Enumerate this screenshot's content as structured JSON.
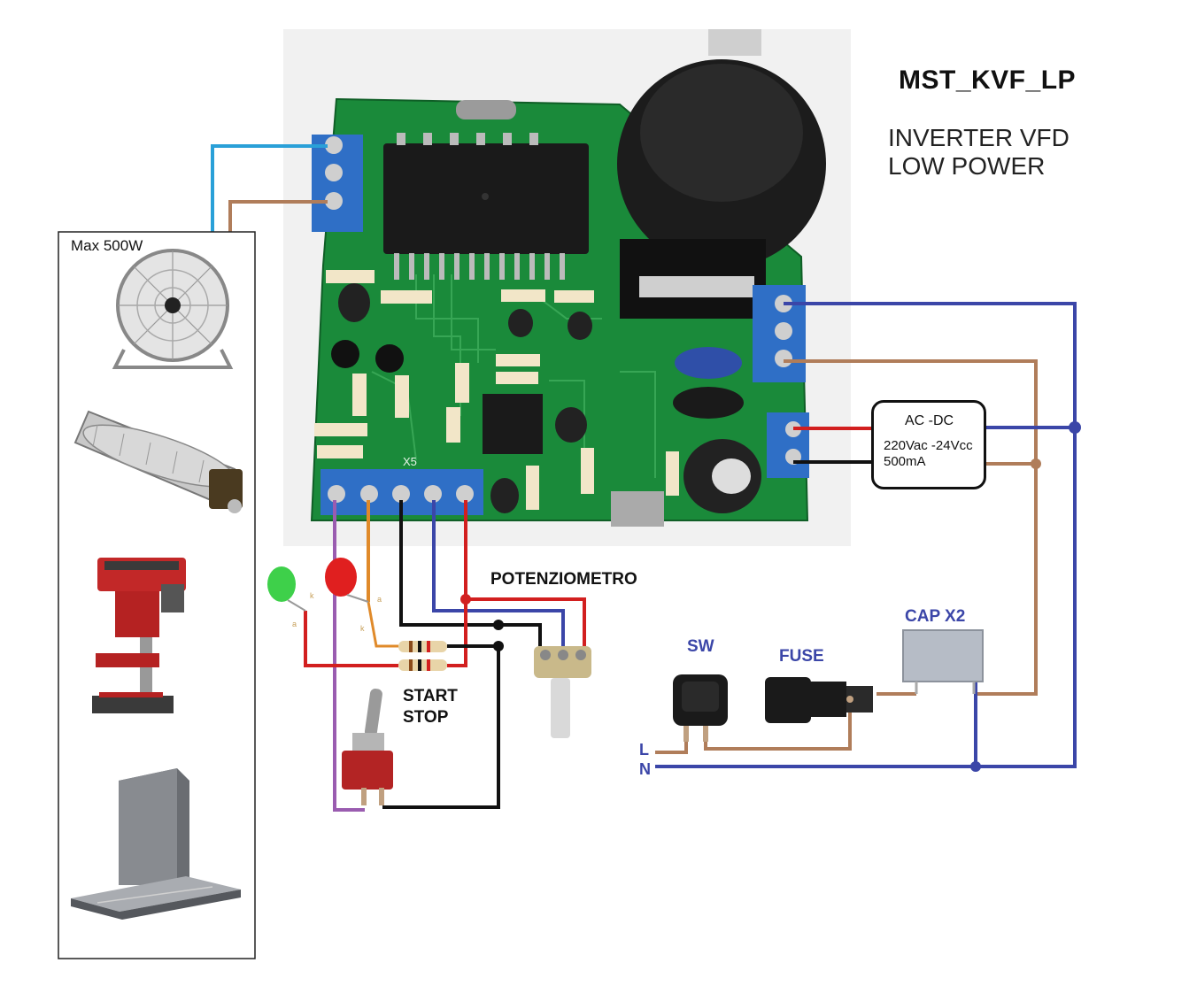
{
  "title": "MST_KVF_LP",
  "subtitle_line1": "INVERTER VFD",
  "subtitle_line2": "LOW POWER",
  "loads_box": {
    "label": "Max 500W"
  },
  "acdc": {
    "title": "AC -DC",
    "spec": "220Vac -24Vcc",
    "current": "500mA"
  },
  "labels": {
    "potentiometer": "POTENZIOMETRO",
    "start": "START",
    "stop": "STOP",
    "switch": "SW",
    "fuse": "FUSE",
    "cap": "CAP X2",
    "line": "L",
    "neutral": "N",
    "connector": "X5"
  },
  "colors": {
    "pcb": "#1a8a3a",
    "terminal": "#2f6fc6",
    "wire_blue": "#3b46a8",
    "wire_brown": "#b07d5a",
    "wire_red": "#d21f1f",
    "wire_black": "#111111",
    "wire_purple": "#9a5cb0",
    "wire_orange": "#e08a2a",
    "wire_cyan": "#2aa0d8"
  }
}
